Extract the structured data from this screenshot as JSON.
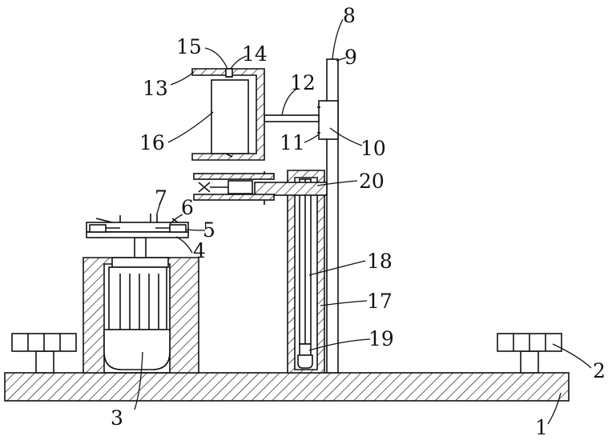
{
  "figure": {
    "description_labels": {
      "l1": "1",
      "l2": "2",
      "l3": "3",
      "l4": "4",
      "l5": "5",
      "l6": "6",
      "l7": "7",
      "l8": "8",
      "l9": "9",
      "l10": "10",
      "l11": "11",
      "l12": "12",
      "l13": "13",
      "l14": "14",
      "l15": "15",
      "l16": "16",
      "l17": "17",
      "l18": "18",
      "l19": "19",
      "l20": "20"
    }
  }
}
